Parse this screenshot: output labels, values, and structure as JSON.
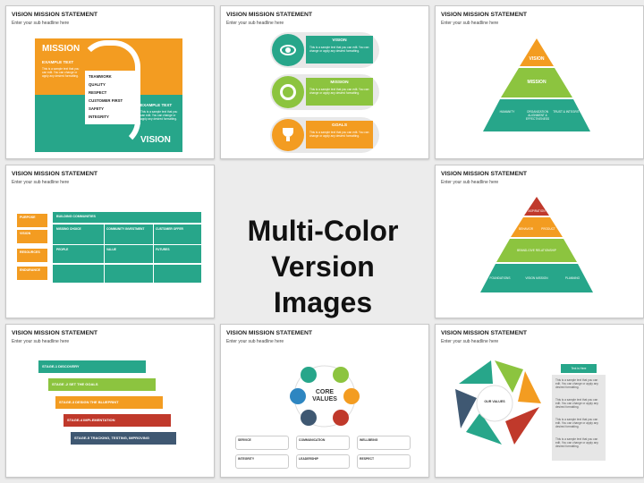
{
  "slide_title": "VISION MISSION STATEMENT",
  "slide_subtitle": "Enter your sub headline here",
  "center_text": [
    "Multi-Color",
    "Version Images"
  ],
  "sample": "This is a sample text that you can edit. You can change or apply any desired formatting.",
  "s1": {
    "mission": "MISSION",
    "vision": "VISION",
    "example": "EXAMPLE TEXT",
    "values": [
      "TEAMWORK",
      "QUALITY",
      "RESPECT",
      "CUSTOMER FIRST",
      "SAFETY",
      "INTEGRITY"
    ]
  },
  "s2": {
    "rows": [
      "VISION",
      "MISSION",
      "GOALS"
    ]
  },
  "s3": {
    "top": "VISION",
    "mid": "MISSION",
    "bottom": [
      "HUMANITY",
      "ORGANIZATION ALIGNMENT & EFFECTIVENESS",
      "TRUST & INTEGRITY"
    ]
  },
  "s4": {
    "left": [
      "PURPOSE",
      "VISION",
      "RESOURCES",
      "ENDURANCE"
    ],
    "first": "BUILDING COMMUNITIES",
    "grid": [
      "MISSING CHOICE",
      "COMMUNITY INVESTMENT",
      "CUSTOMER OFFER",
      "PEOPLE",
      "VALUE",
      "FUTURES"
    ]
  },
  "s6": {
    "top": "ASPIRATION",
    "mid": [
      "BEHAVIOR",
      "PRODUCT"
    ],
    "band": "BRAND-GIVE RELATIONSHIP",
    "bottom": [
      "FOUNDATIONS",
      "VISION MISSION",
      "PLANNING"
    ]
  },
  "s7": {
    "stages": [
      "STAGE-1 DISCOVERY",
      "STAGE -2 SET THE GOALS",
      "STAGE-3 DESIGN THE BLUEPRINT",
      "STAGE-4 IMPLEMENTATION",
      "STAGE-5 TRACKING, TESTING, IMPROVING"
    ]
  },
  "s8": {
    "center": [
      "CORE",
      "VALUES"
    ],
    "boxes": [
      "SERVICE",
      "COMMUNICATION",
      "WELLBEING",
      "INTEGRITY",
      "LEADERSHIP",
      "RESPECT"
    ]
  },
  "s9": {
    "center": "OUR VALUES",
    "side": "Text is Here"
  },
  "colors": {
    "orange": "#f39c21",
    "green": "#27a68a",
    "lime": "#8cc43f",
    "red": "#c0392b",
    "navy": "#3f5872"
  }
}
